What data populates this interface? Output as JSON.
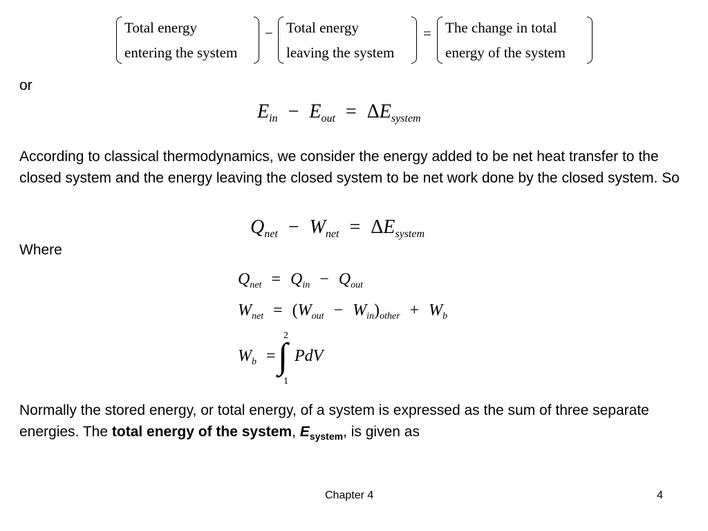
{
  "word_equation": {
    "term1": {
      "line1": "Total energy",
      "line2": "entering the system"
    },
    "minus": "−",
    "term2": {
      "line1": "Total energy",
      "line2": "leaving the system"
    },
    "equals": "=",
    "term3": {
      "line1": "The change in total",
      "line2": "energy of the system"
    }
  },
  "or_label": "or",
  "eq1": {
    "lhs1": "E",
    "sub1": "in",
    "minus": "−",
    "lhs2": "E",
    "sub2": "out",
    "equals": "=",
    "delta": "Δ",
    "rhs": "E",
    "subr": "system"
  },
  "paragraph1": "According to classical thermodynamics, we consider the energy added to be net heat transfer to the closed system and the energy leaving the closed system to be net work done by the closed system.  So",
  "eq2": {
    "lhs1": "Q",
    "sub1": "net",
    "minus": "−",
    "lhs2": "W",
    "sub2": "net",
    "equals": "=",
    "delta": "Δ",
    "rhs": "E",
    "subr": "system"
  },
  "where_label": "Where",
  "eq3": {
    "lhs": "Q",
    "sublhs": "net",
    "equals": "=",
    "a": "Q",
    "suba": "in",
    "minus": "−",
    "b": "Q",
    "subb": "out"
  },
  "eq4": {
    "lhs": "W",
    "sublhs": "net",
    "equals": "=",
    "open": "(",
    "a": "W",
    "suba": "out",
    "minus": "−",
    "b": "W",
    "subb": "in",
    "close": ")",
    "subgroup": "other",
    "plus": "+",
    "c": "W",
    "subc": "b"
  },
  "eq5": {
    "lhs": "W",
    "sublhs": "b",
    "equals": "=",
    "integral": "∫",
    "upper": "2",
    "lower": "1",
    "integrand": "PdV"
  },
  "paragraph2": {
    "text": "Normally the stored energy, or total energy, of a system is expressed as the sum of three separate energies.  The ",
    "bold": "total energy of the system",
    "comma": ", ",
    "symbol": "E",
    "symbol_sub": "system",
    "tail": ", is given as"
  },
  "footer": {
    "chapter": "Chapter 4",
    "page": "4"
  }
}
